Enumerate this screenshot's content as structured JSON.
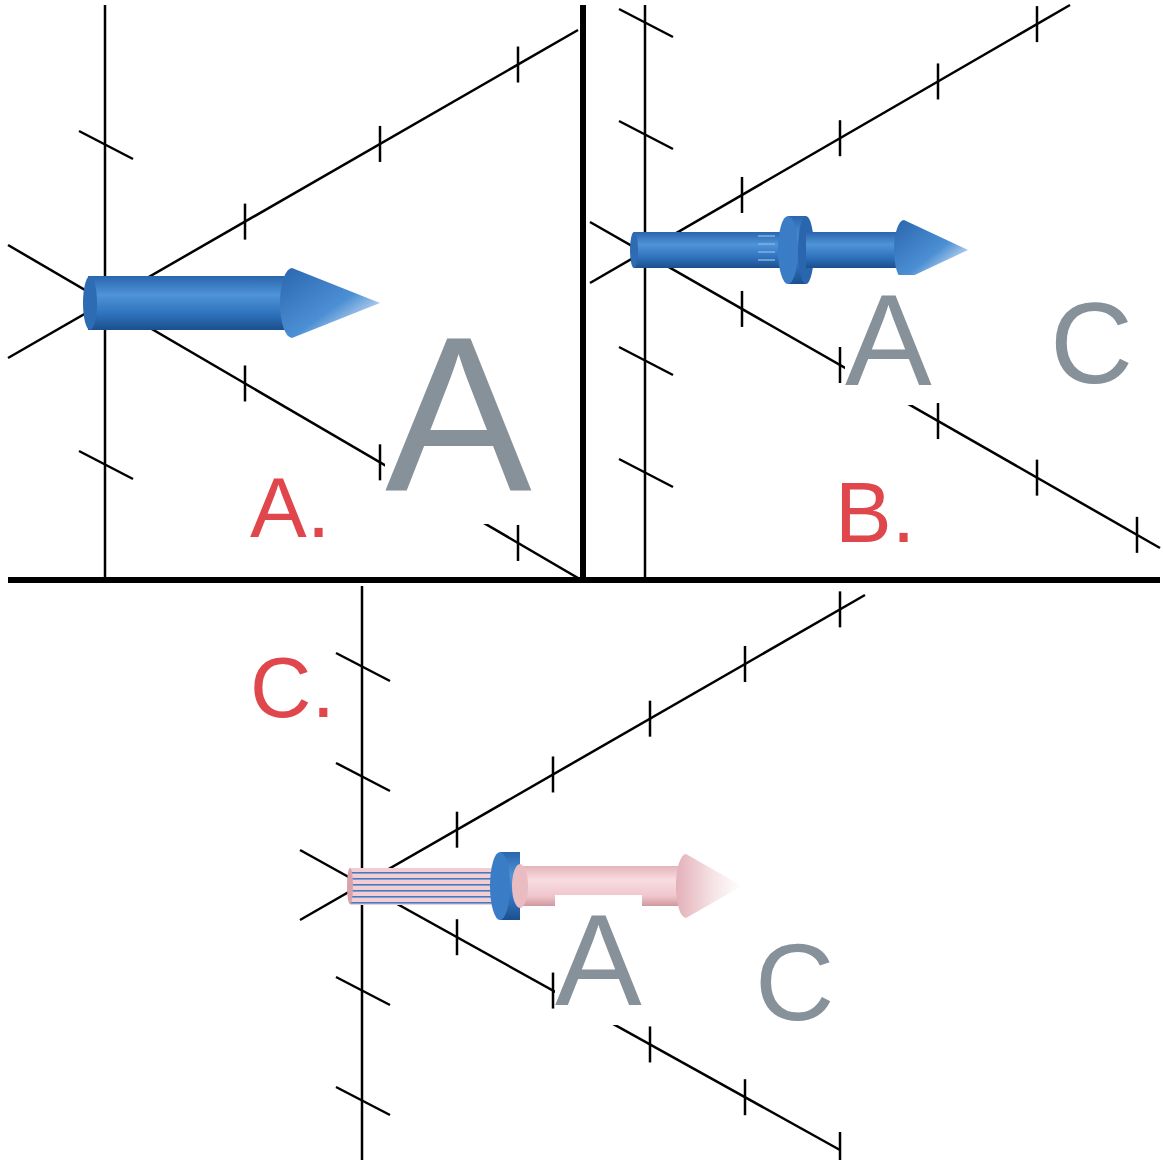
{
  "diagram": {
    "labels": [
      "A.",
      "A",
      "B.",
      "A",
      "C",
      "C.",
      "A",
      "C"
    ]
  }
}
